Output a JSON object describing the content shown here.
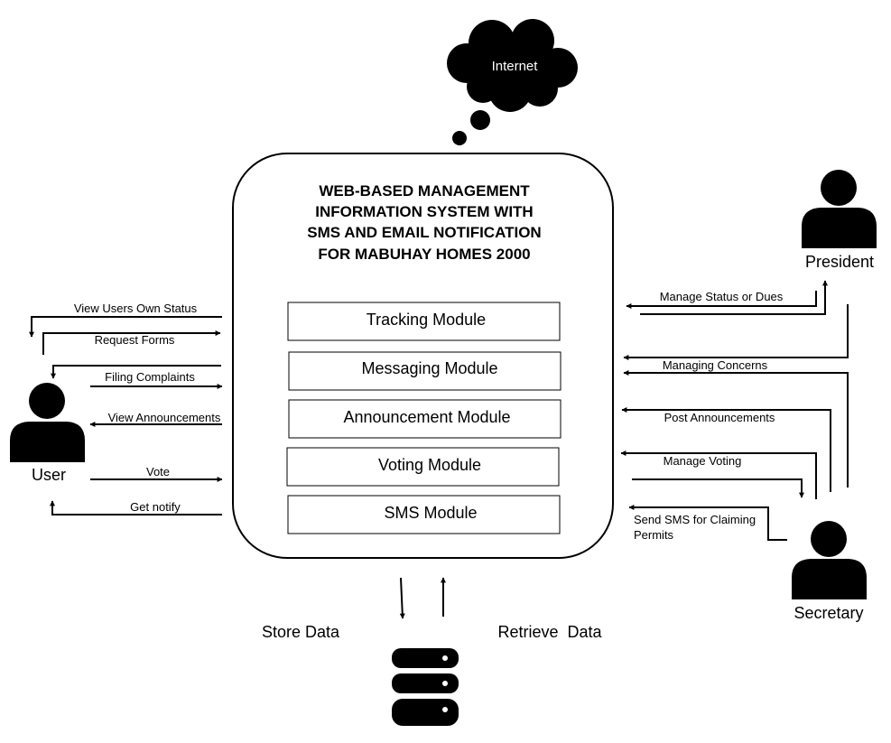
{
  "cloud": {
    "label": "Internet"
  },
  "system": {
    "title_lines": [
      "WEB-BASED MANAGEMENT",
      "INFORMATION SYSTEM WITH",
      "SMS AND EMAIL NOTIFICATION",
      "FOR MABUHAY HOMES 2000"
    ],
    "modules": [
      "Tracking Module",
      "Messaging Module",
      "Announcement Module",
      "Voting Module",
      "SMS Module"
    ]
  },
  "actors": {
    "user": "User",
    "president": "President",
    "secretary": "Secretary"
  },
  "user_flows": [
    "View Users Own Status",
    "Request Forms",
    "Filing Complaints",
    "View Announcements",
    "Vote",
    "Get notify"
  ],
  "staff_flows": [
    "Manage Status or Dues",
    "Managing Concerns",
    "Post Announcements",
    "Manage Voting",
    "Send SMS for Claiming",
    "Permits"
  ],
  "database": {
    "store_label": "Store Data",
    "retrieve_label": "Retrieve  Data"
  }
}
